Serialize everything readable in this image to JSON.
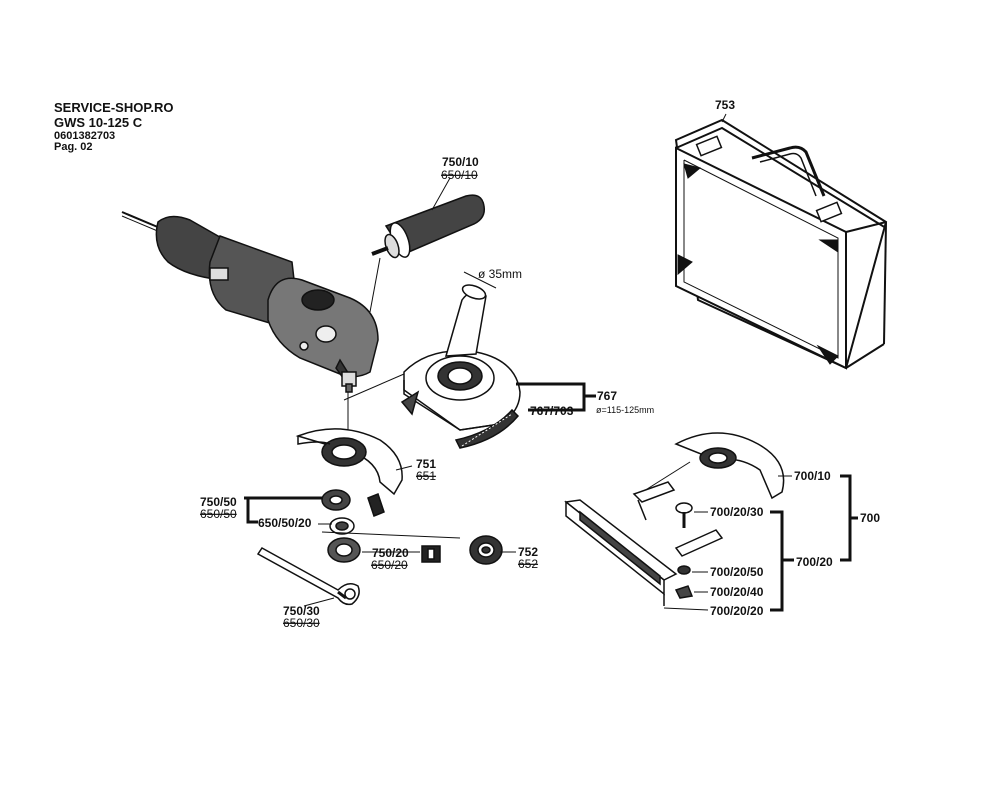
{
  "header": {
    "shop": "SERVICE-SHOP.RO",
    "model": "GWS 10-125 C",
    "part_number": "0601382703",
    "page": "Pag. 02"
  },
  "callouts": {
    "c753": "753",
    "c750_10": "750/10",
    "c650_10": "650/10",
    "diameter_35": "ø 35mm",
    "c767": "767",
    "c767_703": "767/703",
    "diameter_range": "ø=115-125mm",
    "c751": "751",
    "c651": "651",
    "c750_50": "750/50",
    "c650_50": "650/50",
    "c650_50_20": "650/50/20",
    "c750_20": "750/20",
    "c650_20": "650/20",
    "c752": "752",
    "c652": "652",
    "c750_30": "750/30",
    "c650_30": "650/30",
    "c700_10": "700/10",
    "c700": "700",
    "c700_20_30": "700/20/30",
    "c700_20": "700/20",
    "c700_20_50": "700/20/50",
    "c700_20_40": "700/20/40",
    "c700_20_20": "700/20/20"
  }
}
